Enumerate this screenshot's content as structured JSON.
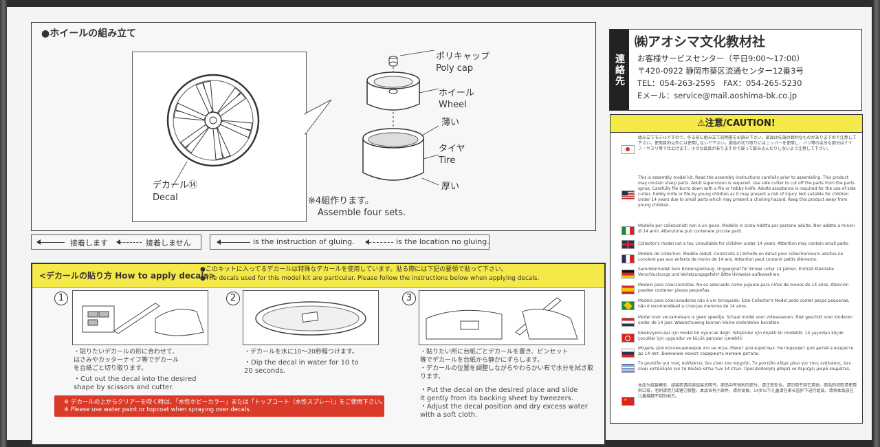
{
  "assembly": {
    "title": "●ホイールの組み立て",
    "poly_cap_jp": "ポリキャップ",
    "poly_cap_en": "Poly cap",
    "wheel_jp": "ホイール",
    "wheel_en": "Wheel",
    "thin_jp": "薄い",
    "tire_jp": "タイヤ",
    "tire_en": "Tire",
    "thick_jp": "厚い",
    "decal_jp": "デカール⑭",
    "decal_en": "Decal",
    "sets_jp": "※4組作ります。",
    "sets_en": "Assemble four sets."
  },
  "legend_jp": {
    "glue": "接着します",
    "noglue": "接着しません"
  },
  "legend_en": {
    "glue": "is the instruction of gluing.",
    "noglue": "is the location no gluing."
  },
  "decals": {
    "heading": "<デカールの貼り方 How to apply decals>",
    "note_jp": "●このキットに入ってるデカールは特殊なデカールを使用しています。貼る際には下記の要領で貼って下さい。",
    "note_en": "●The decals used for this model kit are particular. Please follow the instructions below when applying decals.",
    "steps": [
      {
        "num": "1",
        "jp1": "・貼りたいデカールの形に合わせて、",
        "jp2": "はさみやカッターナイフ等でデカール",
        "jp3": "を台紙ごと切り取ります。",
        "en1": "・Cut out the decal into the desired",
        "en2": "shape by scissors and cutter.",
        "en3": ""
      },
      {
        "num": "2",
        "jp1": "・デカールを水に10〜20秒程つけます。",
        "jp2": "",
        "jp3": "",
        "en1": "・Dip the decal in water for 10 to",
        "en2": "20 seconds.",
        "en3": ""
      },
      {
        "num": "3",
        "jp1": "・貼りたい所に台紙ごとデカールを置き、ピンセット",
        "jp2": "等でデカールを台紙から静かにずらします。",
        "jp3": "・デカールの位置を調整しながらやわらかい布で水分を拭き取ります。",
        "en1": "・Put the decal on the desired place and slide",
        "en2": "it gently from its backing sheet by tweezers.",
        "en3": "・Adjust the decal position and dry excess water with a soft cloth."
      }
    ],
    "warn_jp": "※ デカールの上からクリアーを吹く時は、「水性ホビーカラー」または「トップコート（水性スプレー）」をご使用下さい。",
    "warn_en": "※ Please use water paint or topcoat when spraying over decals."
  },
  "contact": {
    "tab": "連絡先",
    "company": "㈱アオシマ文化教材社",
    "service": "お客様サービスセンター（平日9:00〜17:00）",
    "address": "〒420-0922 静岡市葵区流通センター12番3号",
    "phone": "TEL：054-263-2595　FAX：054-265-5230",
    "email": "Eメール：service@mail.aoshima-bk.co.jp"
  },
  "caution": {
    "title": "⚠注意/CAUTION!",
    "entries": [
      {
        "text": "組み立てモデルですので、作る前に組み立て説明書をお読み下さい。部品は先端の鋭利なものがありますので注意して下さい。使用目的以外には使用しないで下さい。部品の切り取りにはニッパーを使用し、バリ等の余分な部分はナイフ・ヤスリ等で仕上げます。小さな部品がありますので誤って飲み込んだりしないよう注意して下さい。"
      },
      {
        "text": "This is assembly model kit. Read the assembly instructions carefully prior to assembling. This product may contain sharp parts. Adult supervision is required. Use side cutter to cut off the parts from the parts sprue. Carefully file burrs down with a file or hobby knife. Adults assistance is required for the use of side cutter, hobby knife or file by young children as it may present a risk of injury. Not suitable for children under 14 years due to small parts which may present a choking hazard. Keep this product away from young children."
      },
      {
        "text": "Modello per collezionisti non è un gioco. Modello in scala ridotta per persone adulte. Non adatto a minori di 14 anni. Attenzione può contenere piccole parti."
      },
      {
        "text": "Collector's model not a toy. Unsuitable for children under 14 years. Attention may contain small parts."
      },
      {
        "text": "Modèle de collection. Modèle réduit. Construits à l'échelle en détail pour collectionneurs adultes ne convient pas aux enfants de moins de 14 ans. Attention peut contenir petits éléments."
      },
      {
        "text": "Sammlermodell kein Kinderspielzeug. Ungeeignet für Kinder unter 14 Jahren. Enthält Kleinteile Verschluckungs und Verletzungsgefahr! Bitte Hinweise aufbewahren."
      },
      {
        "text": "Modelo para coleccionistas. No es adecuado como juguete para niños de menos de 14 años. Atención pueden contener piezas pequeñas."
      },
      {
        "text": "Modelo para colecionadores não é um brinquedo. Este Collector's Model pode conter peças pequenas, não é recomendável a crianças menores de 14 anos."
      },
      {
        "text": "Model voor verzamelaars is geen speeltje. Schaal model voor volwassenen. Niet geschikt voor kinderen onder de 14 jaar. Waarschuwing kunnen kleine onderdelen bevatten."
      },
      {
        "text": "Koleksiyoncular için model bir oyuncak değil. Yetişkinler için ölçekli bir modeldir. 14 yaşından küçük çocuklar için uygundur ve küçük parçalar içerebilir."
      },
      {
        "text": "Модель для коллекционеров это не игра. Макет для взрослых. Не подходит для детей в возрасте до 14 лет. Внимание может содержать мелкие детали."
      },
      {
        "text": "Το μοντέλο για τους συλλέκτες δεν είναι ένα παιχνίδι. Το μοντέλο κλίμα μόνο για τους ενήλικους. Δεν είναι κατάλληλο για τα παιδιά κάτω των 14 ετών. Προειδοποίηση μπορεί να περιέχει μικρά κομμάτια."
      },
      {
        "text": "本品为组装模型，组装前请阅读组装说明书。部品中有锐利的部分，请注意安全。请勿用于其它用途。部品的切取请使用斜口钳，毛刺请用刀或锉刀修整。本品含有小部件，请勿误食。14岁以下儿童请在家长监护下进行组装。请将本品放在儿童接触不到的地方。"
      }
    ]
  }
}
